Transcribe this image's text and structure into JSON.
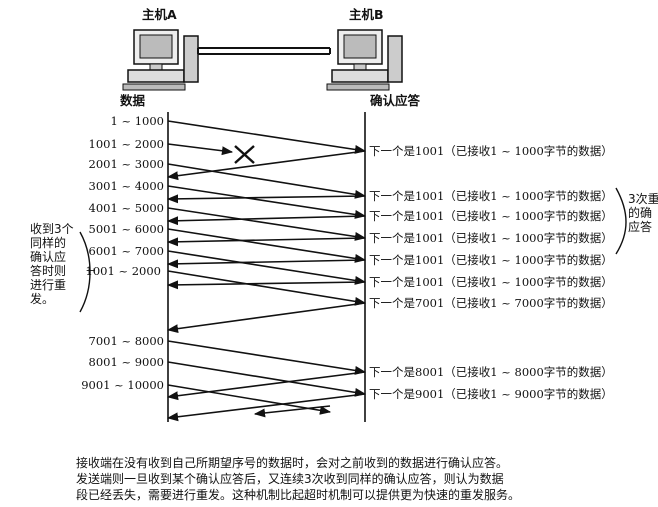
{
  "hosts": {
    "a_label": "主机A",
    "b_label": "主机B",
    "a_column_header": "数据",
    "b_column_header": "确认应答"
  },
  "segments": [
    "1 ~ 1000",
    "1001 ~ 2000",
    "2001 ~ 3000",
    "3001 ~ 4000",
    "4001 ~ 5000",
    "5001 ~ 6000",
    "6001 ~ 7000",
    "1001 ~ 2000",
    "7001 ~ 8000",
    "8001 ~ 9000",
    "9001 ~ 10000"
  ],
  "acks": [
    "下一个是1001（已接收1 ~ 1000字节的数据）",
    "下一个是1001（已接收1 ~ 1000字节的数据）",
    "下一个是1001（已接收1 ~ 1000字节的数据）",
    "下一个是1001（已接收1 ~ 1000字节的数据）",
    "下一个是1001（已接收1 ~ 1000字节的数据）",
    "下一个是1001（已接收1 ~ 1000字节的数据）",
    "下一个是7001（已接收1 ~ 7000字节的数据）",
    "下一个是8001（已接收1 ~ 8000字节的数据）",
    "下一个是9001（已接收1 ~ 9000字节的数据）"
  ],
  "left_note": [
    "收到3个",
    "同样的",
    "确认应",
    "答时则",
    "进行重",
    "发。"
  ],
  "right_note": [
    "3次重",
    "的确",
    "应答"
  ],
  "caption": [
    "接收端在没有收到自己所期望序号的数据时，会对之前收到的数据进行确认应答。",
    "发送端则一旦收到某个确认应答后，又连续3次收到同样的确认应答，则认为数据",
    "段已经丢失，需要进行重发。这种机制比起超时机制可以提供更为快速的重发服务。"
  ],
  "icons": [
    "computer-icon",
    "computer-icon",
    "lost-packet-x-icon"
  ]
}
